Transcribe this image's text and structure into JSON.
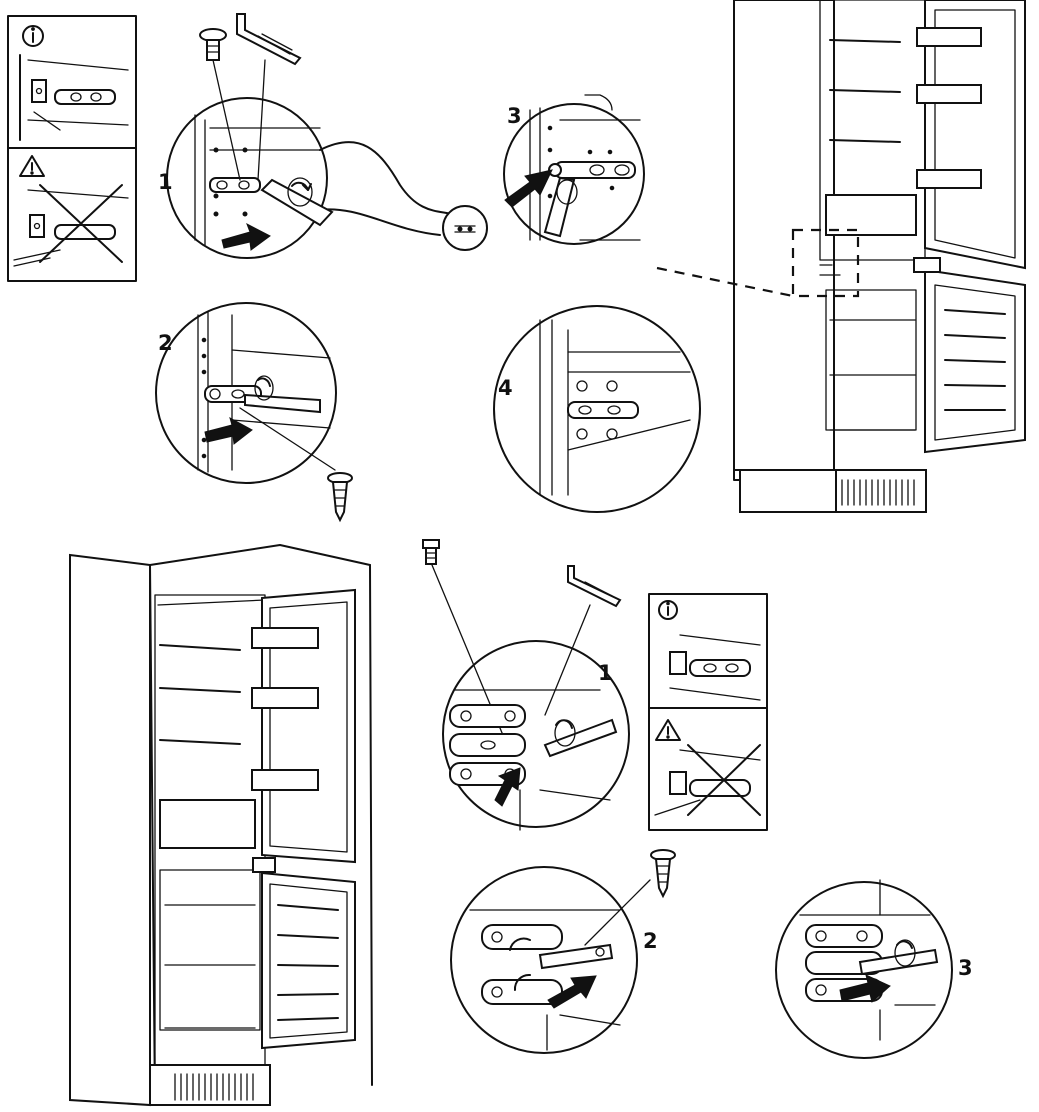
{
  "steps": {
    "top_1": "1",
    "top_2": "2",
    "top_3": "3",
    "top_4": "4",
    "bottom_1": "1",
    "bottom_2": "2",
    "bottom_3": "3"
  },
  "icons": {
    "info": "info-icon",
    "warning": "warning-icon"
  },
  "colors": {
    "line": "#111111",
    "background": "#ffffff"
  }
}
